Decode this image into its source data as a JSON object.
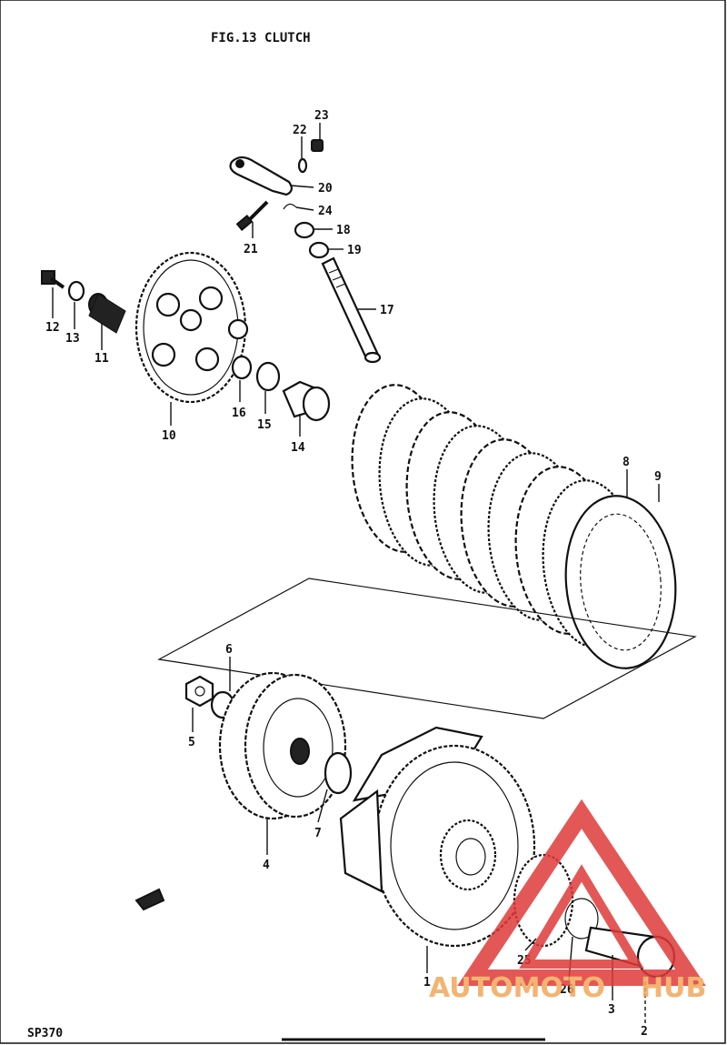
{
  "title": "FIG.13  CLUTCH",
  "footer_code": "SP370",
  "watermark": {
    "text_part1": "AUTOMOTO",
    "text_part2": "HUB",
    "color_red": "#e03a3a",
    "color_orange": "#f2a85a"
  },
  "callouts": {
    "c1": "1",
    "c3": "3",
    "c4": "4",
    "c5": "5",
    "c6": "6",
    "c7": "7",
    "c8": "8",
    "c9": "9",
    "c10": "10",
    "c11": "11",
    "c12": "12",
    "c13": "13",
    "c14": "14",
    "c15": "15",
    "c16": "16",
    "c17": "17",
    "c18": "18",
    "c19": "19",
    "c20": "20",
    "c21": "21",
    "c22": "22",
    "c23": "23",
    "c24": "24",
    "c25": "25",
    "c26": "26",
    "c2": "2"
  }
}
